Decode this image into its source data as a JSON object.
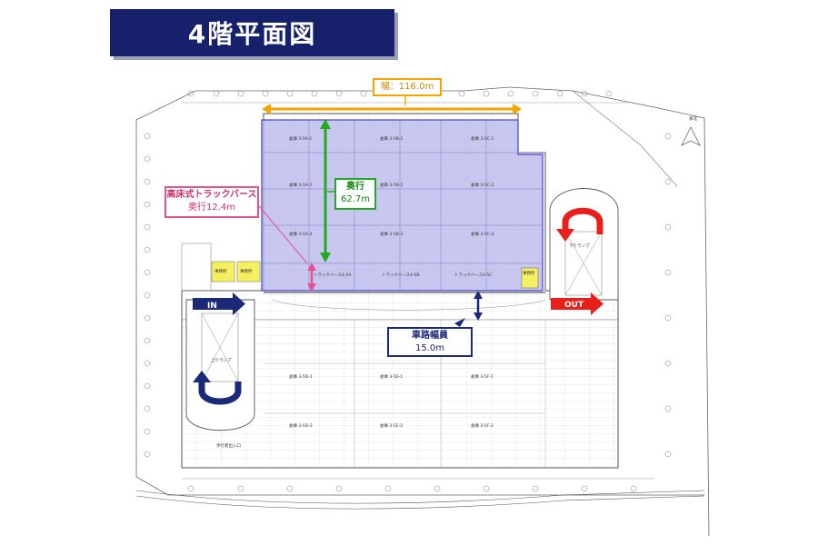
{
  "header": {
    "title": "4階平面図"
  },
  "callouts": {
    "width": "幅：116.0m",
    "depth_title": "奥行",
    "depth_value": "62.7m",
    "berth_title": "高床式トラックバース",
    "berth_value": "奥行12.4m",
    "road_title": "車路幅員",
    "road_value": "15.0m"
  },
  "tags": {
    "in": "IN",
    "out": "OUT"
  },
  "plan_labels": {
    "north": "真北",
    "ramp_up": "上りランプ",
    "ramp_down": "下りランプ",
    "entrance": "歩行者出入口",
    "office_a": "事務所",
    "office_b": "事務所",
    "office_c": "事務所",
    "berth_a": "トラックバース4-5A",
    "berth_b": "トラックバース4-5B",
    "berth_c": "トラックバース4-5C",
    "warehouse": [
      "倉庫 3-5A-1",
      "倉庫 3-5B-1",
      "倉庫 3-5C-1",
      "倉庫 3-5A-2",
      "倉庫 3-5B-2",
      "倉庫 3-5C-2",
      "倉庫 3-5A-3",
      "倉庫 3-5B-3",
      "倉庫 3-5C-3",
      "倉庫 3-5D-1",
      "倉庫 3-5E-1",
      "倉庫 3-5F-1",
      "倉庫 3-5D-2",
      "倉庫 3-5E-2",
      "倉庫 3-5F-2"
    ]
  },
  "colors": {
    "title_bg": "#16206b",
    "highlight": "#b4b4ea",
    "width_arrow": "#f5a300",
    "depth_arrow": "#22aa22",
    "berth_arrow": "#e8508e",
    "road_arrow": "#1a2a78",
    "ramp_arrow_red": "#e8201c",
    "ramp_arrow_navy": "#1a2a78",
    "office_yellow": "#f5f060"
  }
}
